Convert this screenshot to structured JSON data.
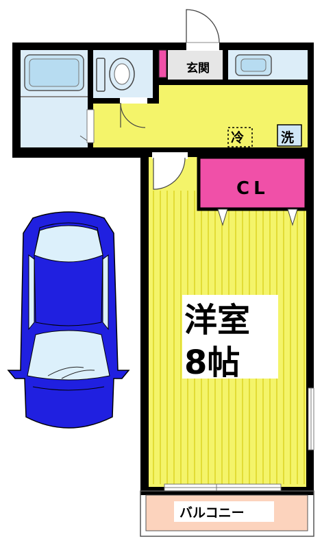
{
  "floorplan": {
    "rooms": {
      "entrance": "玄関",
      "fridge": "冷",
      "washer": "洗",
      "closet": "CL",
      "main_room_name": "洋室",
      "main_room_size": "8帖",
      "balcony": "バルコニー"
    },
    "colors": {
      "wall": "#000000",
      "wet_area": "#dcedf8",
      "corridor": "#f4f46a",
      "main_room": "#f4f46a",
      "room_stripes": "#cfc400",
      "closet": "#f050a8",
      "balcony": "#fcd3bd",
      "entrance_tile": "#e6e6e6",
      "car_body": "#2020e0",
      "car_glass": "#dcf0fb"
    },
    "icons": [
      "bathtub-icon",
      "toilet-icon",
      "washbasin-icon",
      "car-icon",
      "shoe-cabinet-icon"
    ]
  }
}
